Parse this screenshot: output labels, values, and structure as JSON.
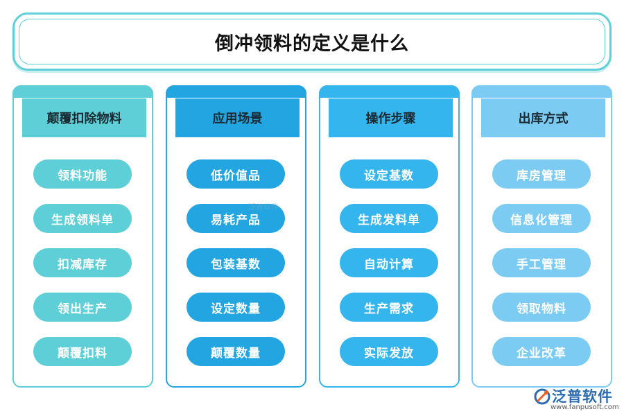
{
  "title": "倒冲领料的定义是什么",
  "columns": [
    {
      "header": "颠覆扣除物料",
      "color": "#5ecfd6",
      "items": [
        "领料功能",
        "生成领料单",
        "扣减库存",
        "领出生产",
        "颠覆扣料"
      ]
    },
    {
      "header": "应用场景",
      "color": "#22a5e0",
      "items": [
        "低价值品",
        "易耗产品",
        "包装基数",
        "设定数量",
        "颠覆数量"
      ]
    },
    {
      "header": "操作步骤",
      "color": "#35b5ee",
      "items": [
        "设定基数",
        "生成发料单",
        "自动计算",
        "生产需求",
        "实际发放"
      ]
    },
    {
      "header": "出库方式",
      "color": "#7ccbf2",
      "items": [
        "库房管理",
        "信息化管理",
        "手工管理",
        "领取物料",
        "企业改革"
      ]
    }
  ],
  "watermark": "泛普软件",
  "logo": {
    "name": "泛普软件",
    "url": "www.fanpusoft.com",
    "icon": "fanpu-logo-icon"
  }
}
